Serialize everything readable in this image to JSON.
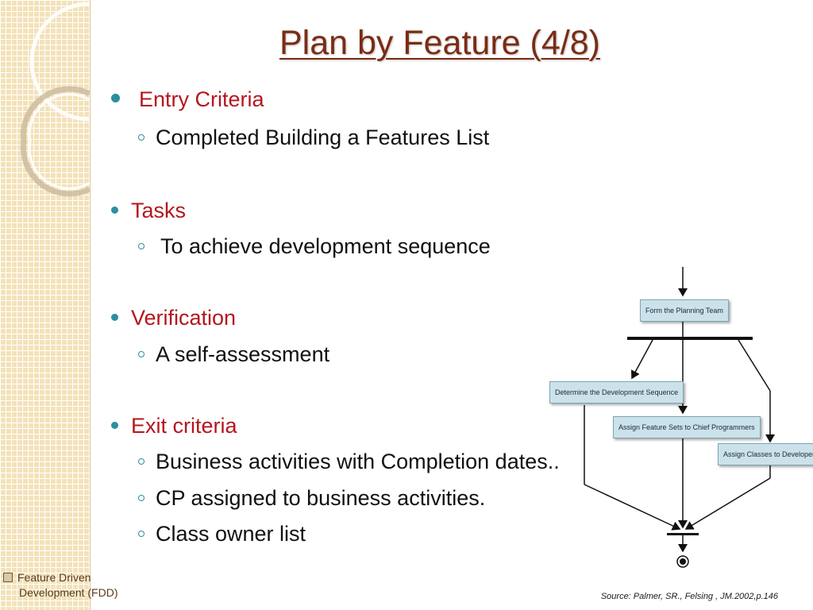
{
  "slide": {
    "title": "Plan by Feature (4/8)",
    "sections": [
      {
        "heading": "Entry Criteria",
        "items": [
          "Completed Building a Features List"
        ]
      },
      {
        "heading": "Tasks",
        "items": [
          "To achieve development sequence"
        ]
      },
      {
        "heading": "Verification",
        "items": [
          "A self-assessment"
        ]
      },
      {
        "heading": "Exit criteria",
        "items": [
          "Business activities with Completion dates..",
          "CP assigned to business activities.",
          "Class owner list"
        ]
      }
    ],
    "source": "Source: Palmer, SR., Felsing , JM.2002,p.146"
  },
  "sidebar": {
    "label_line1": "Feature Driven",
    "label_line2": "Development (FDD)"
  },
  "diagram": {
    "nodes": {
      "planning_team": "Form the Planning Team",
      "dev_sequence": "Determine the Development Sequence",
      "feature_sets": "Assign Feature Sets to Chief Programmers",
      "classes": "Assign Classes to Developers"
    }
  },
  "colors": {
    "title": "#7b2c14",
    "heading": "#b4161f",
    "bullet": "#2c8fa0",
    "sidebar": "#f3e2b9",
    "node_fill": "#cbe2ea"
  }
}
